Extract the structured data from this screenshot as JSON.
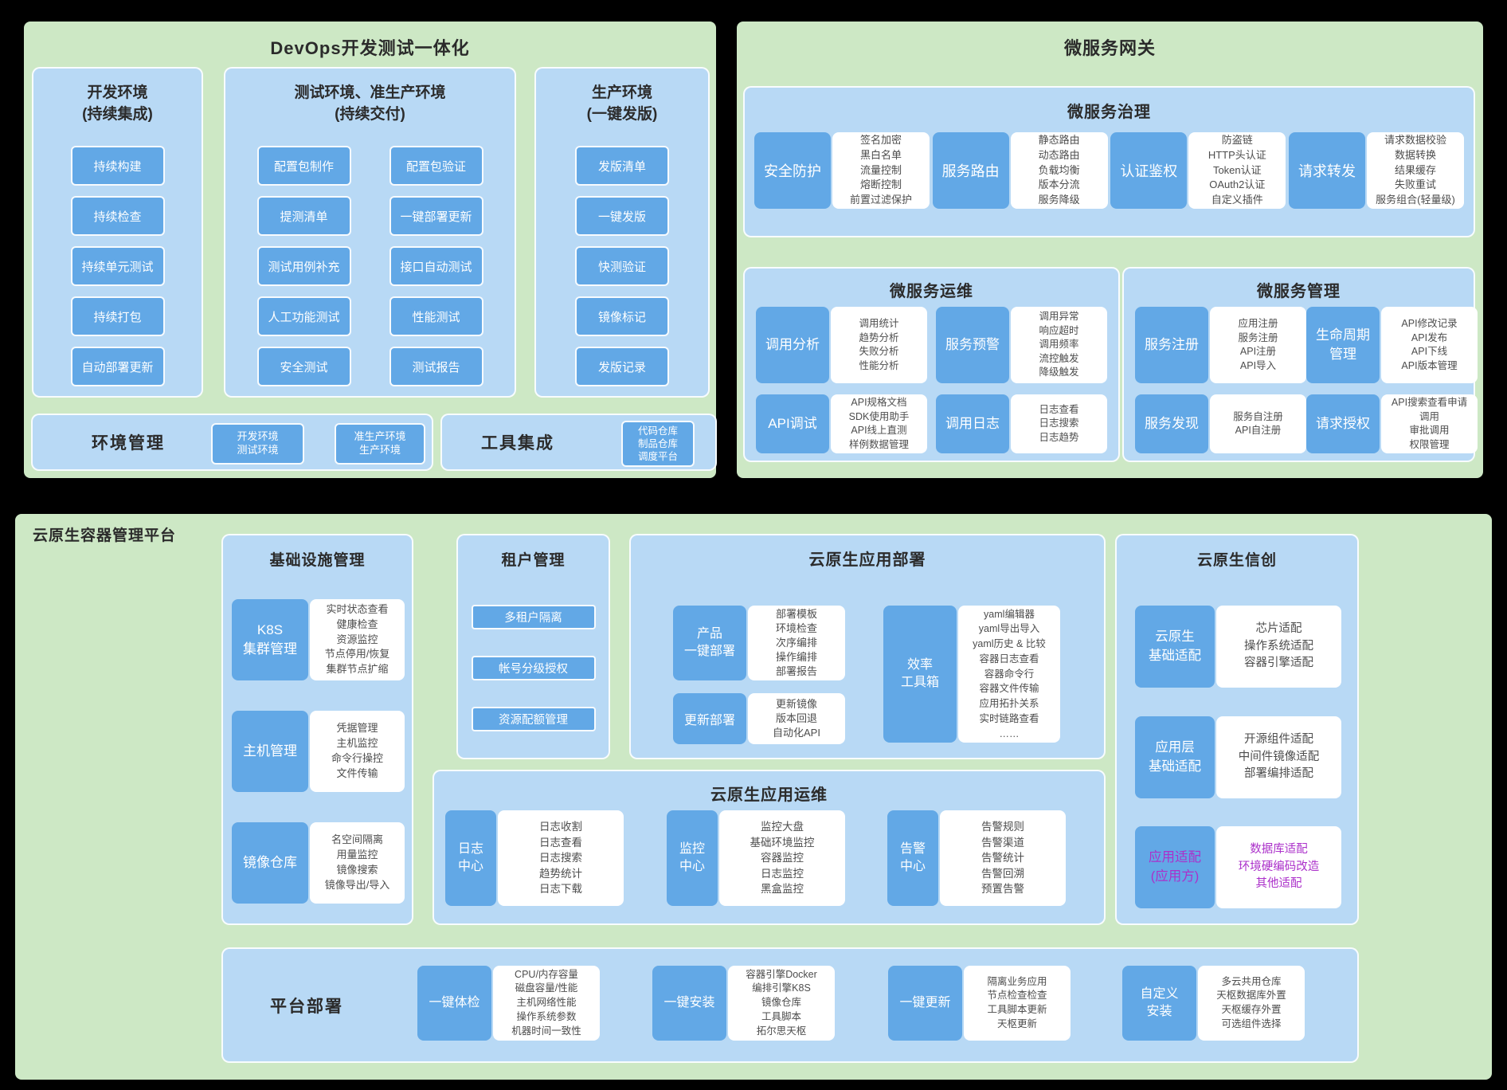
{
  "colors": {
    "background": "#000000",
    "panel_green": "#cde8c5",
    "section_blue": "#b8d9f5",
    "node_blue": "#62a8e6",
    "title_text": "#2b2b2b",
    "desc_text": "#4d4d4d",
    "accent_purple": "#ab30ca"
  },
  "devops": {
    "title": "DevOps开发测试一体化",
    "columns": [
      {
        "title": "开发环境\n(持续集成)",
        "buttons": [
          "持续构建",
          "持续检查",
          "持续单元测试",
          "持续打包",
          "自动部署更新"
        ]
      },
      {
        "title": "测试环境、准生产环境\n(持续交付)",
        "buttons": [
          "配置包制作",
          "配置包验证",
          "提测清单",
          "一键部署更新",
          "测试用例补充",
          "接口自动测试",
          "人工功能测试",
          "性能测试",
          "安全测试",
          "测试报告"
        ]
      },
      {
        "title": "生产环境\n(一键发版)",
        "buttons": [
          "发版清单",
          "一键发版",
          "快测验证",
          "镜像标记",
          "发版记录"
        ]
      }
    ],
    "env_mgmt": {
      "label": "环境管理",
      "buttons": [
        "开发环境\n测试环境",
        "准生产环境\n生产环境"
      ]
    },
    "tools": {
      "label": "工具集成",
      "buttons": [
        "代码仓库\n制品仓库\n调度平台"
      ]
    }
  },
  "gateway": {
    "title": "微服务网关",
    "governance": {
      "title": "微服务治理",
      "groups": [
        {
          "label": "安全防护",
          "items": [
            "签名加密",
            "黑白名单",
            "流量控制",
            "熔断控制",
            "前置过滤保护"
          ]
        },
        {
          "label": "服务路由",
          "items": [
            "静态路由",
            "动态路由",
            "负载均衡",
            "版本分流",
            "服务降级"
          ]
        },
        {
          "label": "认证鉴权",
          "items": [
            "防盗链",
            "HTTP头认证",
            "Token认证",
            "OAuth2认证",
            "自定义插件"
          ]
        },
        {
          "label": "请求转发",
          "items": [
            "请求数据校验",
            "数据转换",
            "结果缓存",
            "失败重试",
            "服务组合(轻量级)"
          ]
        }
      ]
    },
    "operations": {
      "title": "微服务运维",
      "groups": [
        {
          "label": "调用分析",
          "items": [
            "调用统计",
            "趋势分析",
            "失败分析",
            "性能分析"
          ]
        },
        {
          "label": "服务预警",
          "items": [
            "调用异常",
            "响应超时",
            "调用频率",
            "流控触发",
            "降级触发"
          ]
        },
        {
          "label": "API调试",
          "items": [
            "API规格文档",
            "SDK使用助手",
            "API线上直测",
            "样例数据管理"
          ]
        },
        {
          "label": "调用日志",
          "items": [
            "日志查看",
            "日志搜索",
            "日志趋势"
          ]
        }
      ]
    },
    "management": {
      "title": "微服务管理",
      "groups": [
        {
          "label": "服务注册",
          "items": [
            "应用注册",
            "服务注册",
            "API注册",
            "API导入"
          ]
        },
        {
          "label": "生命周期\n管理",
          "items": [
            "API修改记录",
            "API发布",
            "API下线",
            "API版本管理"
          ]
        },
        {
          "label": "服务发现",
          "items": [
            "服务自注册",
            "API自注册"
          ]
        },
        {
          "label": "请求授权",
          "items": [
            "API搜索查看申请",
            "调用",
            "审批调用",
            "权限管理"
          ]
        }
      ]
    }
  },
  "cloud": {
    "title": "云原生容器管理平台",
    "infrastructure": {
      "title": "基础设施管理",
      "groups": [
        {
          "label": "K8S\n集群管理",
          "items": [
            "实时状态查看",
            "健康检查",
            "资源监控",
            "节点停用/恢复",
            "集群节点扩缩"
          ]
        },
        {
          "label": "主机管理",
          "items": [
            "凭据管理",
            "主机监控",
            "命令行操控",
            "文件传输"
          ]
        },
        {
          "label": "镜像仓库",
          "items": [
            "名空间隔离",
            "用量监控",
            "镜像搜索",
            "镜像导出/导入"
          ]
        }
      ]
    },
    "tenant": {
      "title": "租户管理",
      "buttons": [
        "多租户隔离",
        "帐号分级授权",
        "资源配额管理"
      ]
    },
    "app_deploy": {
      "title": "云原生应用部署",
      "groups": [
        {
          "label": "产品\n一键部署",
          "items": [
            "部署模板",
            "环境检查",
            "次序编排",
            "操作编排",
            "部署报告"
          ]
        },
        {
          "label": "更新部署",
          "items": [
            "更新镜像",
            "版本回退",
            "自动化API"
          ]
        },
        {
          "label": "效率\n工具箱",
          "items": [
            "yaml编辑器",
            "yaml导出导入",
            "yaml历史 & 比较",
            "容器日志查看",
            "容器命令行",
            "容器文件传输",
            "应用拓扑关系",
            "实时链路查看",
            "……"
          ]
        }
      ]
    },
    "xinchuang": {
      "title": "云原生信创",
      "groups": [
        {
          "label": "云原生\n基础适配",
          "accent": false,
          "items": [
            "芯片适配",
            "操作系统适配",
            "容器引擎适配"
          ]
        },
        {
          "label": "应用层\n基础适配",
          "accent": false,
          "items": [
            "开源组件适配",
            "中间件镜像适配",
            "部署编排适配"
          ]
        },
        {
          "label": "应用适配\n(应用方)",
          "accent": true,
          "items": [
            "数据库适配",
            "环境硬编码改造",
            "其他适配"
          ]
        }
      ]
    },
    "app_ops": {
      "title": "云原生应用运维",
      "groups": [
        {
          "label": "日志\n中心",
          "items": [
            "日志收割",
            "日志查看",
            "日志搜索",
            "趋势统计",
            "日志下载"
          ]
        },
        {
          "label": "监控\n中心",
          "items": [
            "监控大盘",
            "基础环境监控",
            "容器监控",
            "日志监控",
            "黑盒监控"
          ]
        },
        {
          "label": "告警\n中心",
          "items": [
            "告警规则",
            "告警渠道",
            "告警统计",
            "告警回溯",
            "预置告警"
          ]
        }
      ]
    },
    "platform_deploy": {
      "label": "平台部署",
      "groups": [
        {
          "label": "一键体检",
          "items": [
            "CPU/内存容量",
            "磁盘容量/性能",
            "主机网络性能",
            "操作系统参数",
            "机器时间一致性"
          ]
        },
        {
          "label": "一键安装",
          "items": [
            "容器引擎Docker",
            "编排引擎K8S",
            "镜像仓库",
            "工具脚本",
            "拓尔思天枢"
          ]
        },
        {
          "label": "一键更新",
          "items": [
            "隔离业务应用",
            "节点检查检查",
            "工具脚本更新",
            "天枢更新"
          ]
        },
        {
          "label": "自定义\n安装",
          "items": [
            "多云共用仓库",
            "天枢数据库外置",
            "天枢缓存外置",
            "可选组件选择"
          ]
        }
      ]
    }
  }
}
